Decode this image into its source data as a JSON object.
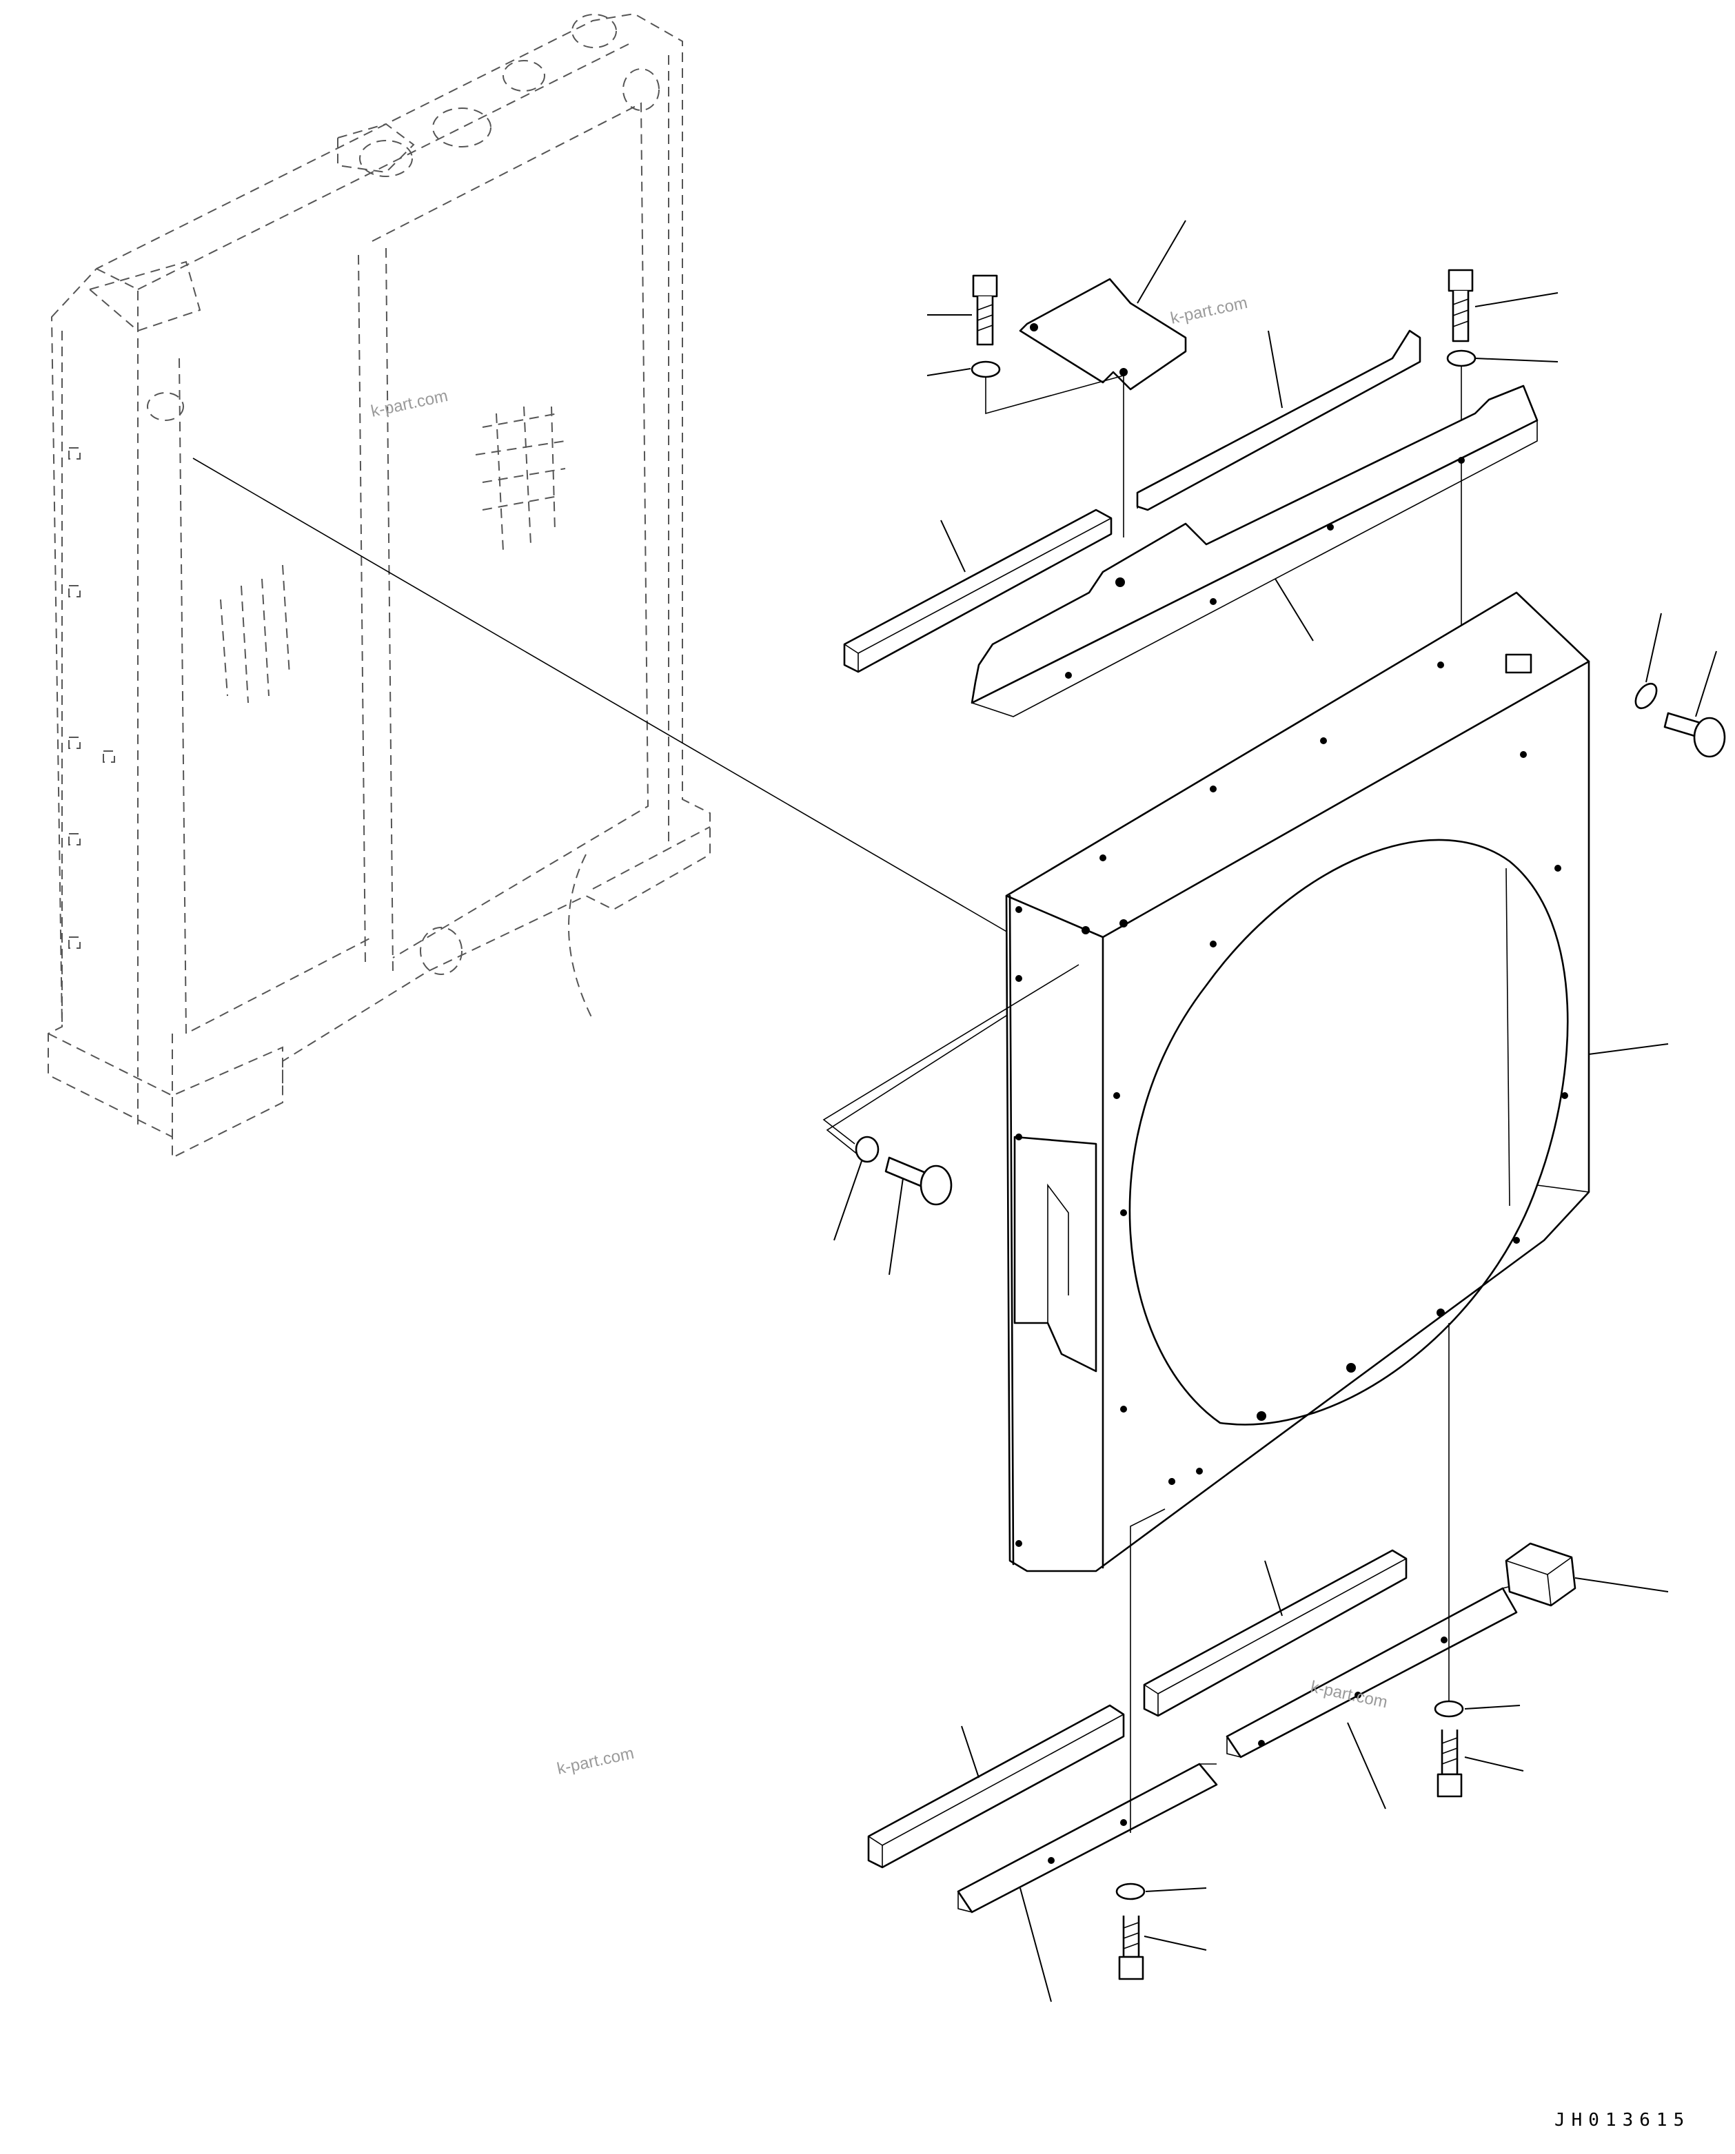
{
  "drawing": {
    "watermark": "k-part.com",
    "document_number": "JH013615"
  },
  "parts": [
    {
      "id": "radiator-assembly",
      "style": "phantom"
    },
    {
      "id": "upper-plate"
    },
    {
      "id": "upper-seal-rear"
    },
    {
      "id": "upper-seal-front"
    },
    {
      "id": "upper-cover"
    },
    {
      "id": "fan-shroud"
    },
    {
      "id": "side-bolt-washer-left"
    },
    {
      "id": "side-bolt-washer-right"
    },
    {
      "id": "lower-seal-right"
    },
    {
      "id": "lower-cover-right"
    },
    {
      "id": "lower-seal-left"
    },
    {
      "id": "lower-cover-left"
    },
    {
      "id": "rubber-block"
    },
    {
      "id": "bottom-bolt-washer-left"
    },
    {
      "id": "bottom-bolt-washer-right"
    },
    {
      "id": "top-bolt-washer-left"
    },
    {
      "id": "top-bolt-washer-right"
    }
  ]
}
